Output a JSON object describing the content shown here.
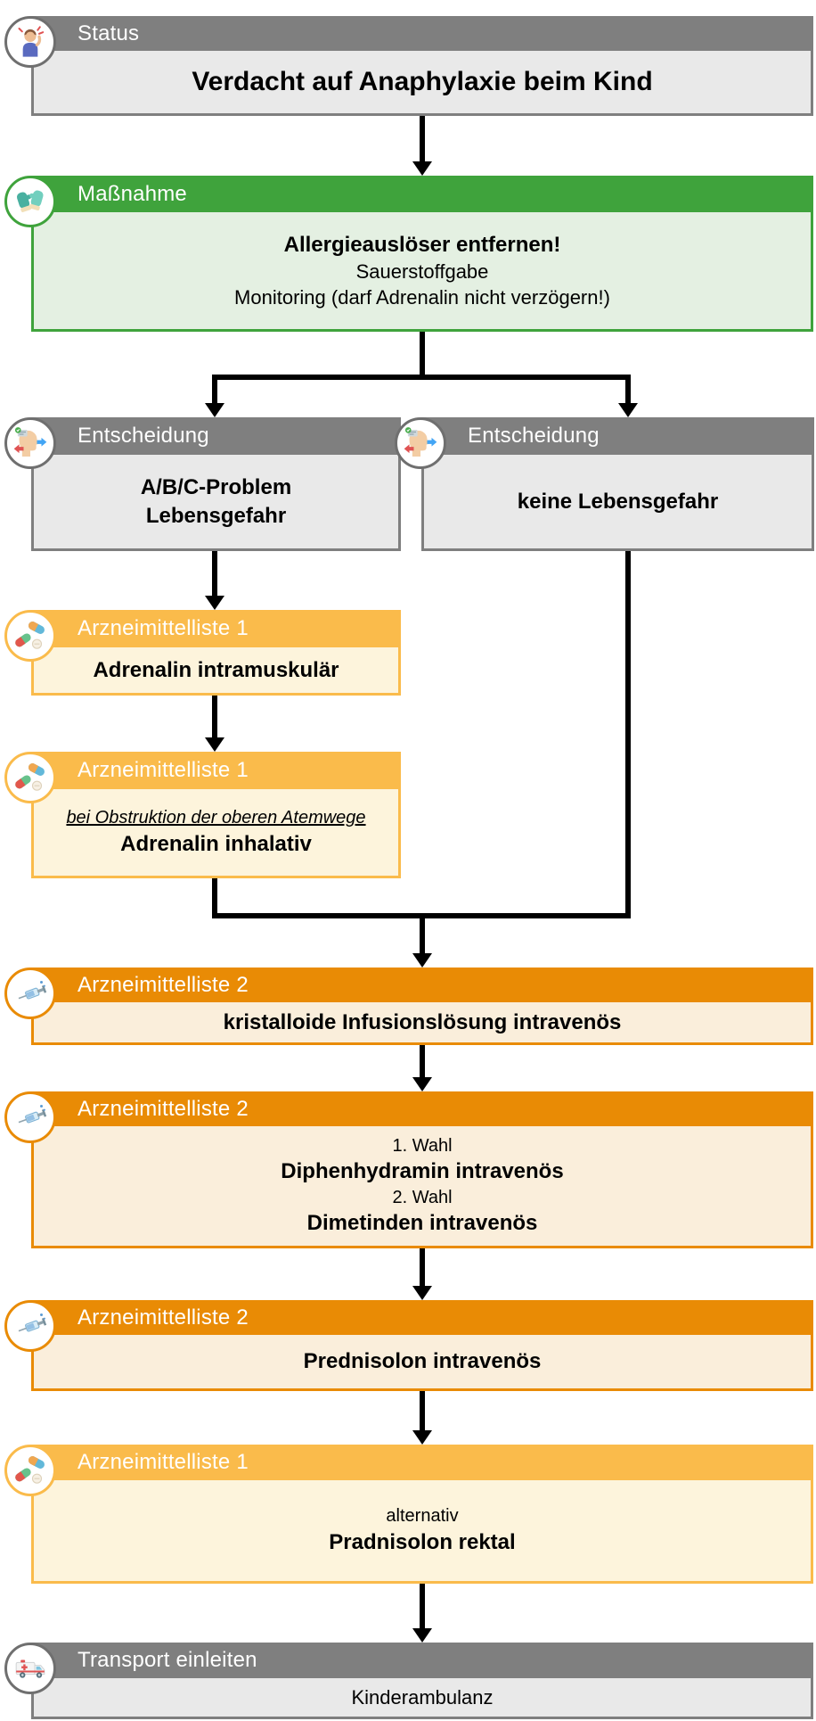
{
  "palette": {
    "gray_header": "#7f7f7f",
    "gray_body": "#e9e9e9",
    "green_header": "#3fa33c",
    "green_body": "#e4f0e2",
    "amber_header": "#fabb4b",
    "amber_body": "#fdf4dc",
    "orange_header": "#e98b05",
    "orange_body": "#faeedb",
    "arrow": "#000000"
  },
  "nodes": {
    "status": {
      "header": "Status",
      "icon": "patient-headache-icon",
      "lines": [
        {
          "text": "Verdacht auf Anaphylaxie beim Kind",
          "emphasis": "bold-large"
        }
      ]
    },
    "massnahme": {
      "header": "Maßnahme",
      "icon": "gloves-icon",
      "lines": [
        {
          "text": "Allergieauslöser entfernen!",
          "emphasis": "bold"
        },
        {
          "text": "Sauerstoffgabe",
          "emphasis": "normal"
        },
        {
          "text": "Monitoring (darf Adrenalin nicht verzögern!)",
          "emphasis": "normal"
        }
      ]
    },
    "entscheidung_links": {
      "header": "Entscheidung",
      "icon": "decision-icon",
      "lines": [
        {
          "text": "A/B/C-Problem",
          "emphasis": "bold"
        },
        {
          "text": "Lebensgefahr",
          "emphasis": "bold"
        }
      ]
    },
    "entscheidung_rechts": {
      "header": "Entscheidung",
      "icon": "decision-icon",
      "lines": [
        {
          "text": "keine Lebensgefahr",
          "emphasis": "bold"
        }
      ]
    },
    "aml1_adrenalin_im": {
      "header": "Arzneimittelliste 1",
      "icon": "pills-icon",
      "lines": [
        {
          "text": "Adrenalin intramuskulär",
          "emphasis": "bold"
        }
      ]
    },
    "aml1_adrenalin_inhalativ": {
      "header": "Arzneimittelliste 1",
      "icon": "pills-icon",
      "lines": [
        {
          "text": "bei Obstruktion der oberen Atemwege",
          "emphasis": "italic-underline"
        },
        {
          "text": "Adrenalin inhalativ",
          "emphasis": "bold"
        }
      ]
    },
    "aml2_infusion": {
      "header": "Arzneimittelliste 2",
      "icon": "syringe-icon",
      "lines": [
        {
          "text": "kristalloide Infusionslösung intravenös",
          "emphasis": "bold"
        }
      ]
    },
    "aml2_antihistaminika": {
      "header": "Arzneimittelliste 2",
      "icon": "syringe-icon",
      "lines": [
        {
          "text": "1. Wahl",
          "emphasis": "normal"
        },
        {
          "text": "Diphenhydramin intravenös",
          "emphasis": "bold"
        },
        {
          "text": "2. Wahl",
          "emphasis": "normal"
        },
        {
          "text": "Dimetinden intravenös",
          "emphasis": "bold"
        }
      ]
    },
    "aml2_prednisolon": {
      "header": "Arzneimittelliste 2",
      "icon": "syringe-icon",
      "lines": [
        {
          "text": "Prednisolon intravenös",
          "emphasis": "bold"
        }
      ]
    },
    "aml1_prednisolon": {
      "header": "Arzneimittelliste 1",
      "icon": "pills-icon",
      "lines": [
        {
          "text": "alternativ",
          "emphasis": "normal"
        },
        {
          "text": "Pradnisolon rektal",
          "emphasis": "bold"
        }
      ]
    },
    "transport": {
      "header": "Transport einleiten",
      "icon": "ambulance-icon",
      "lines": [
        {
          "text": "Kinderambulanz",
          "emphasis": "normal"
        }
      ]
    }
  }
}
